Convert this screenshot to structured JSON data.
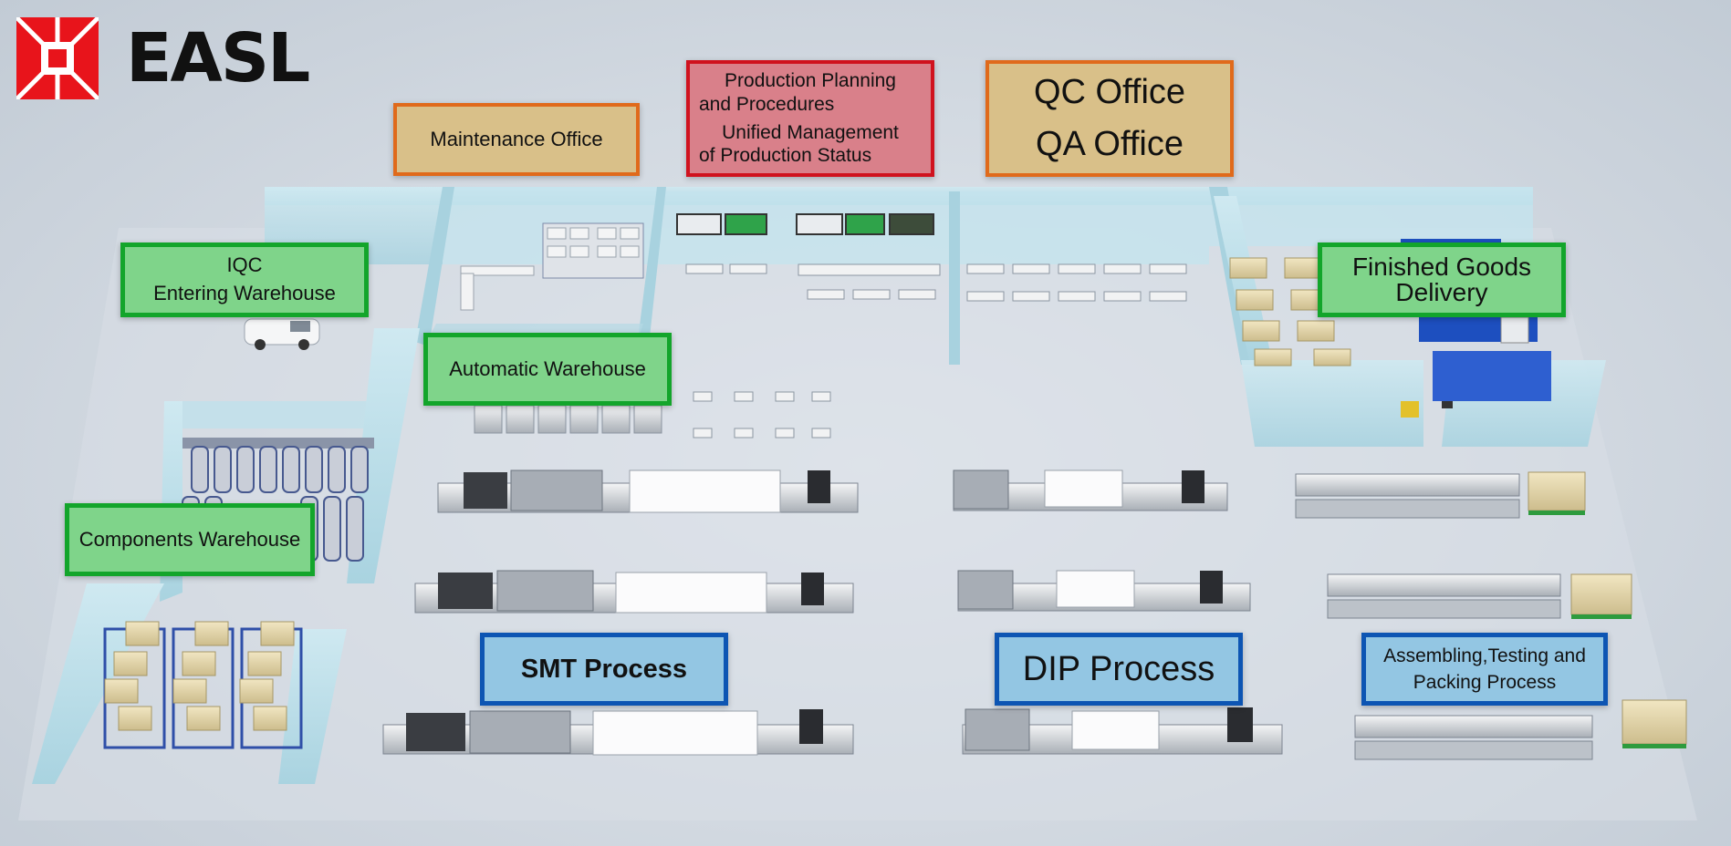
{
  "brand": {
    "name": "EASL",
    "logo_color": "#e8141b"
  },
  "labels": {
    "maintenance": "Maintenance Office",
    "planning_line1": "Production Planning",
    "planning_line2": "and Procedures",
    "unified_line1": "Unified Management",
    "unified_line2": "of Production Status",
    "qc": "QC Office",
    "qa": "QA Office",
    "iqc_line1": "IQC",
    "iqc_line2": "Entering Warehouse",
    "automatic_warehouse": "Automatic Warehouse",
    "finished_line1": "Finished Goods",
    "finished_line2": "Delivery",
    "components_warehouse": "Components Warehouse",
    "smt": "SMT Process",
    "dip": "DIP Process",
    "assembling_line1": "Assembling,Testing and",
    "assembling_line2": "Packing Process"
  },
  "colors": {
    "office_fill": "#d9c089",
    "office_border": "#e06a1b",
    "management_fill": "#d9808a",
    "management_border": "#d0121e",
    "warehouse_fill": "#7fd48a",
    "warehouse_border": "#13a52b",
    "process_fill": "#93c6e3",
    "process_border": "#0d55b3",
    "wall": "#b9dde8"
  }
}
